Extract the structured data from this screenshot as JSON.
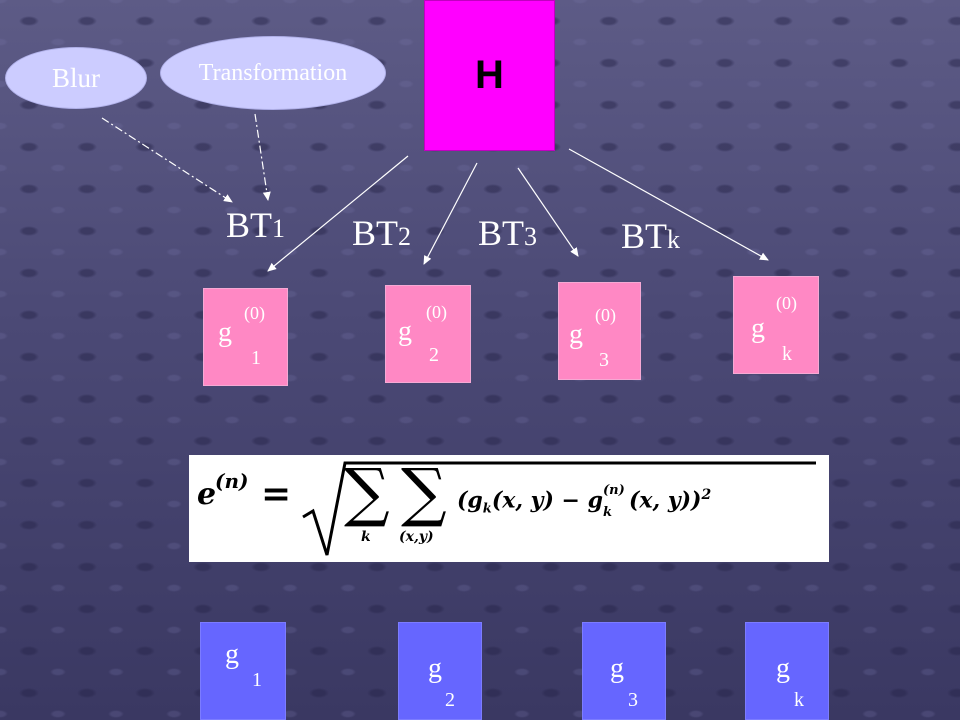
{
  "diagram": {
    "top_box": {
      "label": "H"
    },
    "ellipses": [
      {
        "label": "Blur"
      },
      {
        "label": "Transformation"
      }
    ],
    "transforms": [
      {
        "base": "BT",
        "sub": "1"
      },
      {
        "base": "BT",
        "sub": "2"
      },
      {
        "base": "BT",
        "sub": "3"
      },
      {
        "base": "BT",
        "sub": "k"
      }
    ],
    "initial_estimates": [
      {
        "letter": "g",
        "sup": "(0)",
        "sub": "1"
      },
      {
        "letter": "g",
        "sup": "(0)",
        "sub": "2"
      },
      {
        "letter": "g",
        "sup": "(0)",
        "sub": "3"
      },
      {
        "letter": "g",
        "sup": "(0)",
        "sub": "k"
      }
    ],
    "formula": {
      "lhs": "e",
      "lhs_sup": "(n)",
      "equals": "=",
      "sum_k_index": "k",
      "sum_xy_index": "(x,y)",
      "body_open": "(g",
      "body_k": "k",
      "body_args1": "(x, y) − g",
      "body_sup": "(n)",
      "body_sub": "k",
      "body_args2": "(x, y))",
      "power": "2"
    },
    "observed": [
      {
        "letter": "g",
        "sub": "1"
      },
      {
        "letter": "g",
        "sub": "2"
      },
      {
        "letter": "g",
        "sub": "3"
      },
      {
        "letter": "g",
        "sub": "k"
      }
    ],
    "colors": {
      "top_box": "#ff00ff",
      "ellipse": "#ccccff",
      "initial_box": "#ff88c4",
      "observed_box": "#6666ff"
    }
  }
}
